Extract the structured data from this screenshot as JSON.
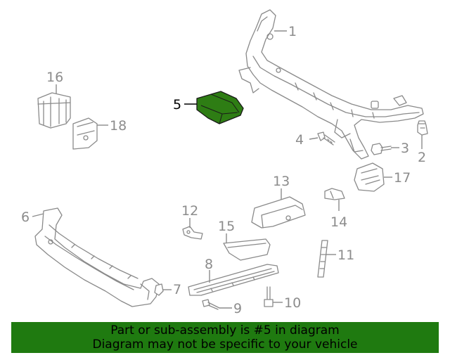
{
  "callouts": [
    {
      "num": "1"
    },
    {
      "num": "2"
    },
    {
      "num": "3"
    },
    {
      "num": "4"
    },
    {
      "num": "5"
    },
    {
      "num": "6"
    },
    {
      "num": "7"
    },
    {
      "num": "8"
    },
    {
      "num": "9"
    },
    {
      "num": "10"
    },
    {
      "num": "11"
    },
    {
      "num": "12"
    },
    {
      "num": "13"
    },
    {
      "num": "14"
    },
    {
      "num": "15"
    },
    {
      "num": "16"
    },
    {
      "num": "17"
    },
    {
      "num": "18"
    }
  ],
  "highlight": {
    "part_number": "5",
    "color": "#2e7d14"
  },
  "banner": {
    "line1": "Part or sub-assembly is #5 in diagram",
    "line2": "Diagram may not be specific to your vehicle",
    "color": "#1f7a10"
  }
}
